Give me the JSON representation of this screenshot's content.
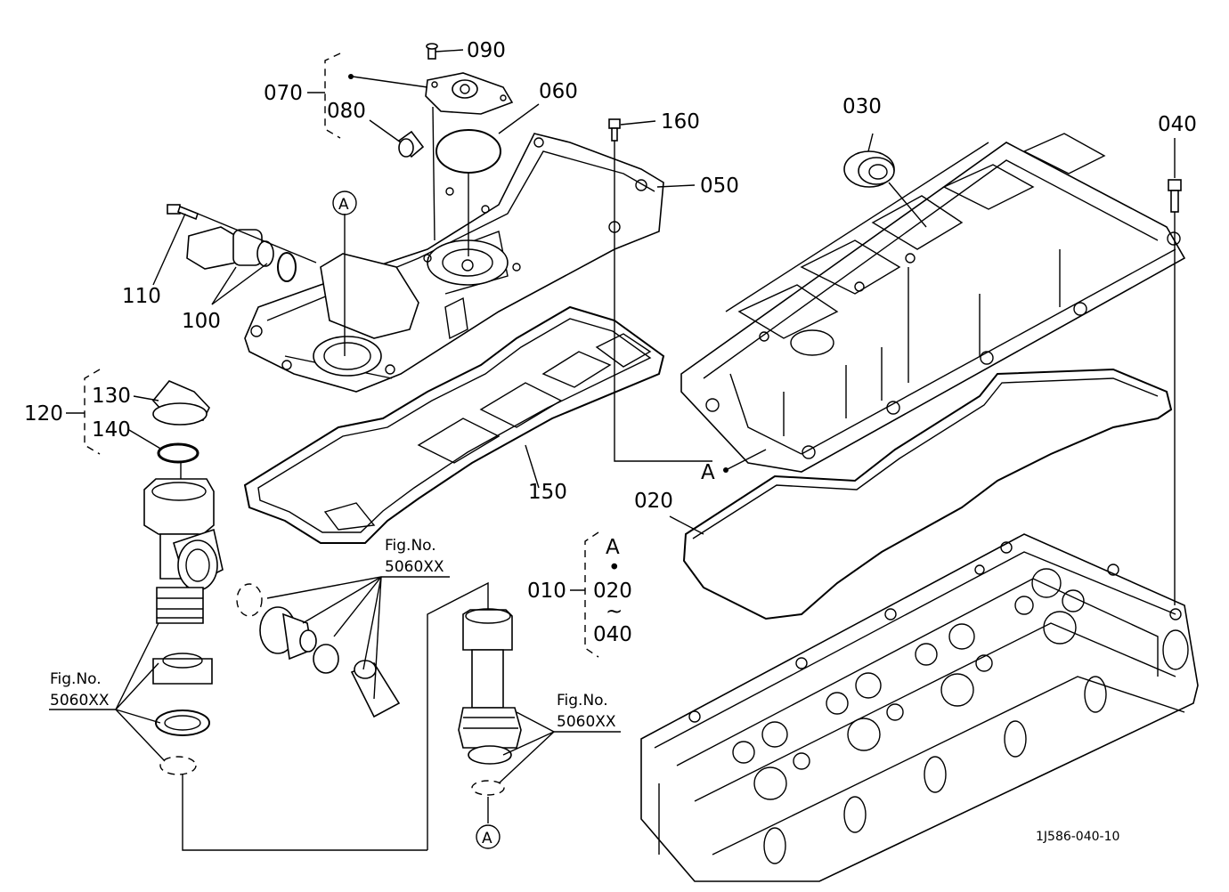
{
  "parts": {
    "p010": "010",
    "p020": "020",
    "p030": "030",
    "p040": "040",
    "p050": "050",
    "p060": "060",
    "p070": "070",
    "p080": "080",
    "p090": "090",
    "p100": "100",
    "p110": "110",
    "p120": "120",
    "p130": "130",
    "p140": "140",
    "p150": "150",
    "p160": "160"
  },
  "group_010": {
    "top": "A",
    "dot": "•",
    "mid": "020",
    "tilde": "~",
    "bottom": "040"
  },
  "ref_marker": "A",
  "fig_refs": {
    "label": "Fig.No.",
    "number": "5060XX"
  },
  "drawing_number": "1J586-040-10"
}
